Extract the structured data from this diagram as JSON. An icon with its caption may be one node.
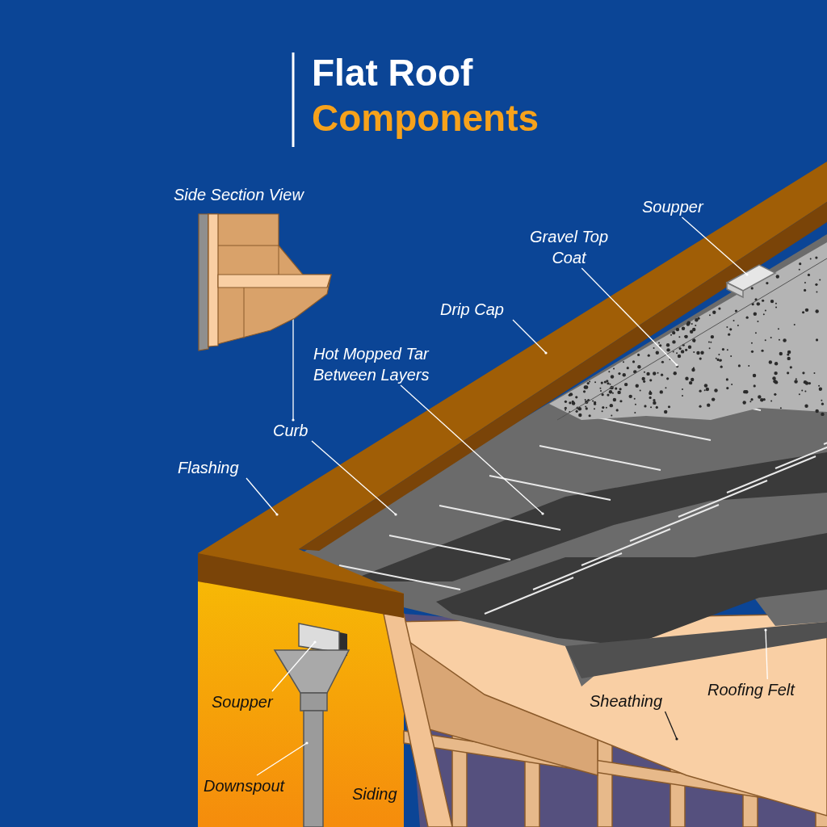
{
  "diagram": {
    "title": "Flat Roof Components",
    "nodes": [
      {
        "text": [
          "Side Section View"
        ]
      },
      {
        "text": [
          "Soupper"
        ]
      },
      {
        "text": [
          "Gravel Top Coat"
        ]
      },
      {
        "text": [
          "Drip Cap"
        ]
      },
      {
        "text": [
          "Hot Mopped Tar Between Layers"
        ]
      },
      {
        "text": [
          "Curb"
        ]
      },
      {
        "text": [
          "Flashing"
        ]
      },
      {
        "text": [
          "Soupper"
        ]
      },
      {
        "text": [
          "Downspout"
        ]
      },
      {
        "text": [
          "Siding"
        ]
      },
      {
        "text": [
          "Sheathing"
        ]
      },
      {
        "text": [
          "Roofing Felt"
        ]
      }
    ],
    "edges": [
      {
        "from": 0,
        "to": 5,
        "arrow": "other"
      },
      {
        "from": 1,
        "to": null,
        "arrow": "other"
      },
      {
        "from": 2,
        "to": null,
        "arrow": "other"
      },
      {
        "from": 3,
        "to": null,
        "arrow": "other"
      },
      {
        "from": 4,
        "to": null,
        "arrow": "other"
      },
      {
        "from": 5,
        "to": null,
        "arrow": "other"
      },
      {
        "from": 6,
        "to": null,
        "arrow": "other"
      },
      {
        "from": 7,
        "to": null,
        "arrow": "other"
      },
      {
        "from": 8,
        "to": null,
        "arrow": "other"
      },
      {
        "from": 10,
        "to": null,
        "arrow": "other",
        "color": "#1a1a1a"
      },
      {
        "from": 11,
        "to": null,
        "arrow": "other"
      }
    ]
  }
}
